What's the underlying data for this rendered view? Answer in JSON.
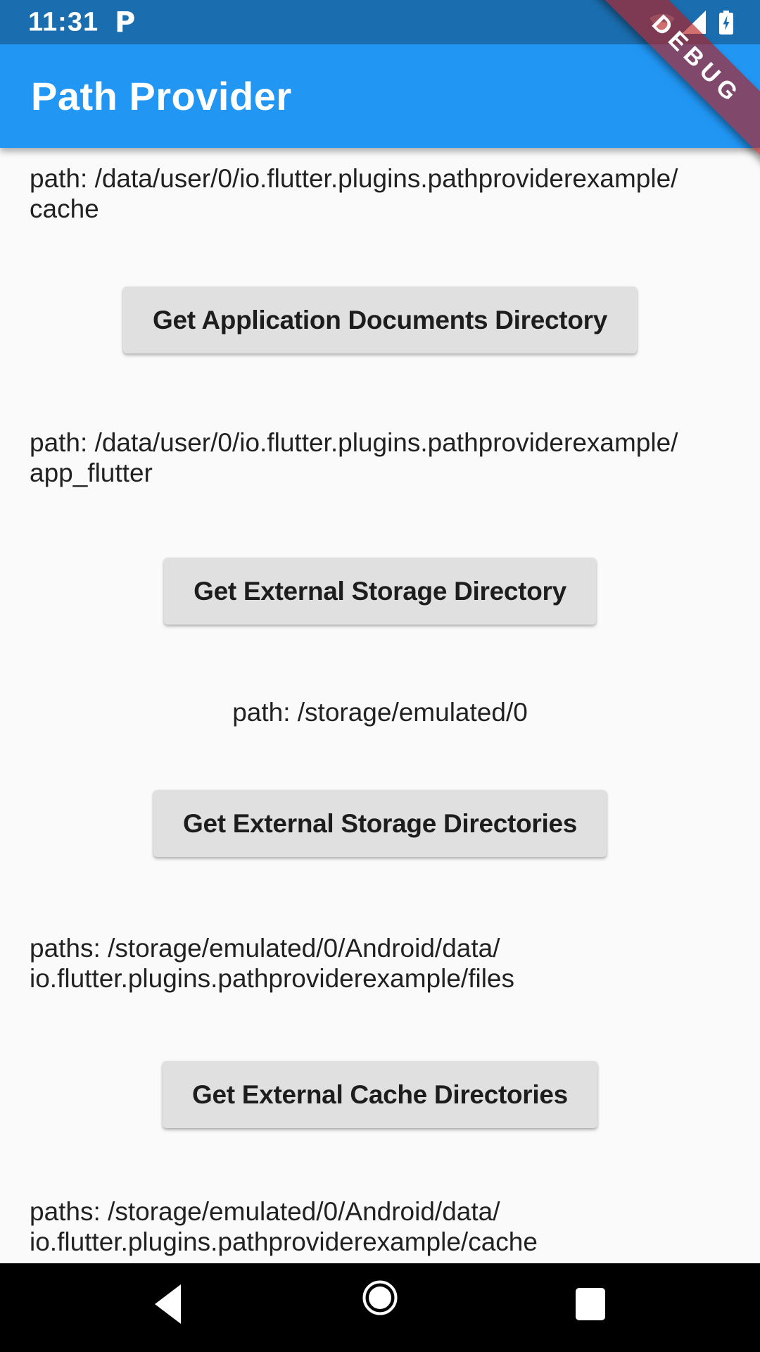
{
  "status_bar": {
    "time": "11:31",
    "notification_glyph": "P"
  },
  "app_bar": {
    "title": "Path Provider"
  },
  "debug_banner": {
    "label": "DEBUG"
  },
  "sections": [
    {
      "type": "path-text",
      "lines": [
        "path: /data/user/0/io.flutter.plugins.pathproviderexample/",
        "cache"
      ]
    },
    {
      "type": "button",
      "label": "Get Application Documents Directory"
    },
    {
      "type": "path-text",
      "lines": [
        "path: /data/user/0/io.flutter.plugins.pathproviderexample/",
        "app_flutter"
      ]
    },
    {
      "type": "button",
      "label": "Get External Storage Directory"
    },
    {
      "type": "path-text",
      "align": "center",
      "lines": [
        "path: /storage/emulated/0"
      ]
    },
    {
      "type": "button",
      "label": "Get External Storage Directories"
    },
    {
      "type": "path-text",
      "lines": [
        "paths: /storage/emulated/0/Android/data/",
        "io.flutter.plugins.pathproviderexample/files"
      ]
    },
    {
      "type": "button",
      "label": "Get External Cache Directories"
    },
    {
      "type": "path-text",
      "lines": [
        "paths: /storage/emulated/0/Android/data/",
        "io.flutter.plugins.pathproviderexample/cache"
      ]
    }
  ],
  "nav_bar": {
    "back_label": "back",
    "home_label": "home",
    "recents_label": "recents"
  },
  "colors": {
    "status_bar": "#1a6dae",
    "app_bar": "#2196f3",
    "debug_banner": "#b71c1c",
    "button_bg": "#e0e0e0",
    "scaffold_bg": "#fafafa",
    "nav_bar": "#000000",
    "text": "rgba(0,0,0,0.87)"
  }
}
